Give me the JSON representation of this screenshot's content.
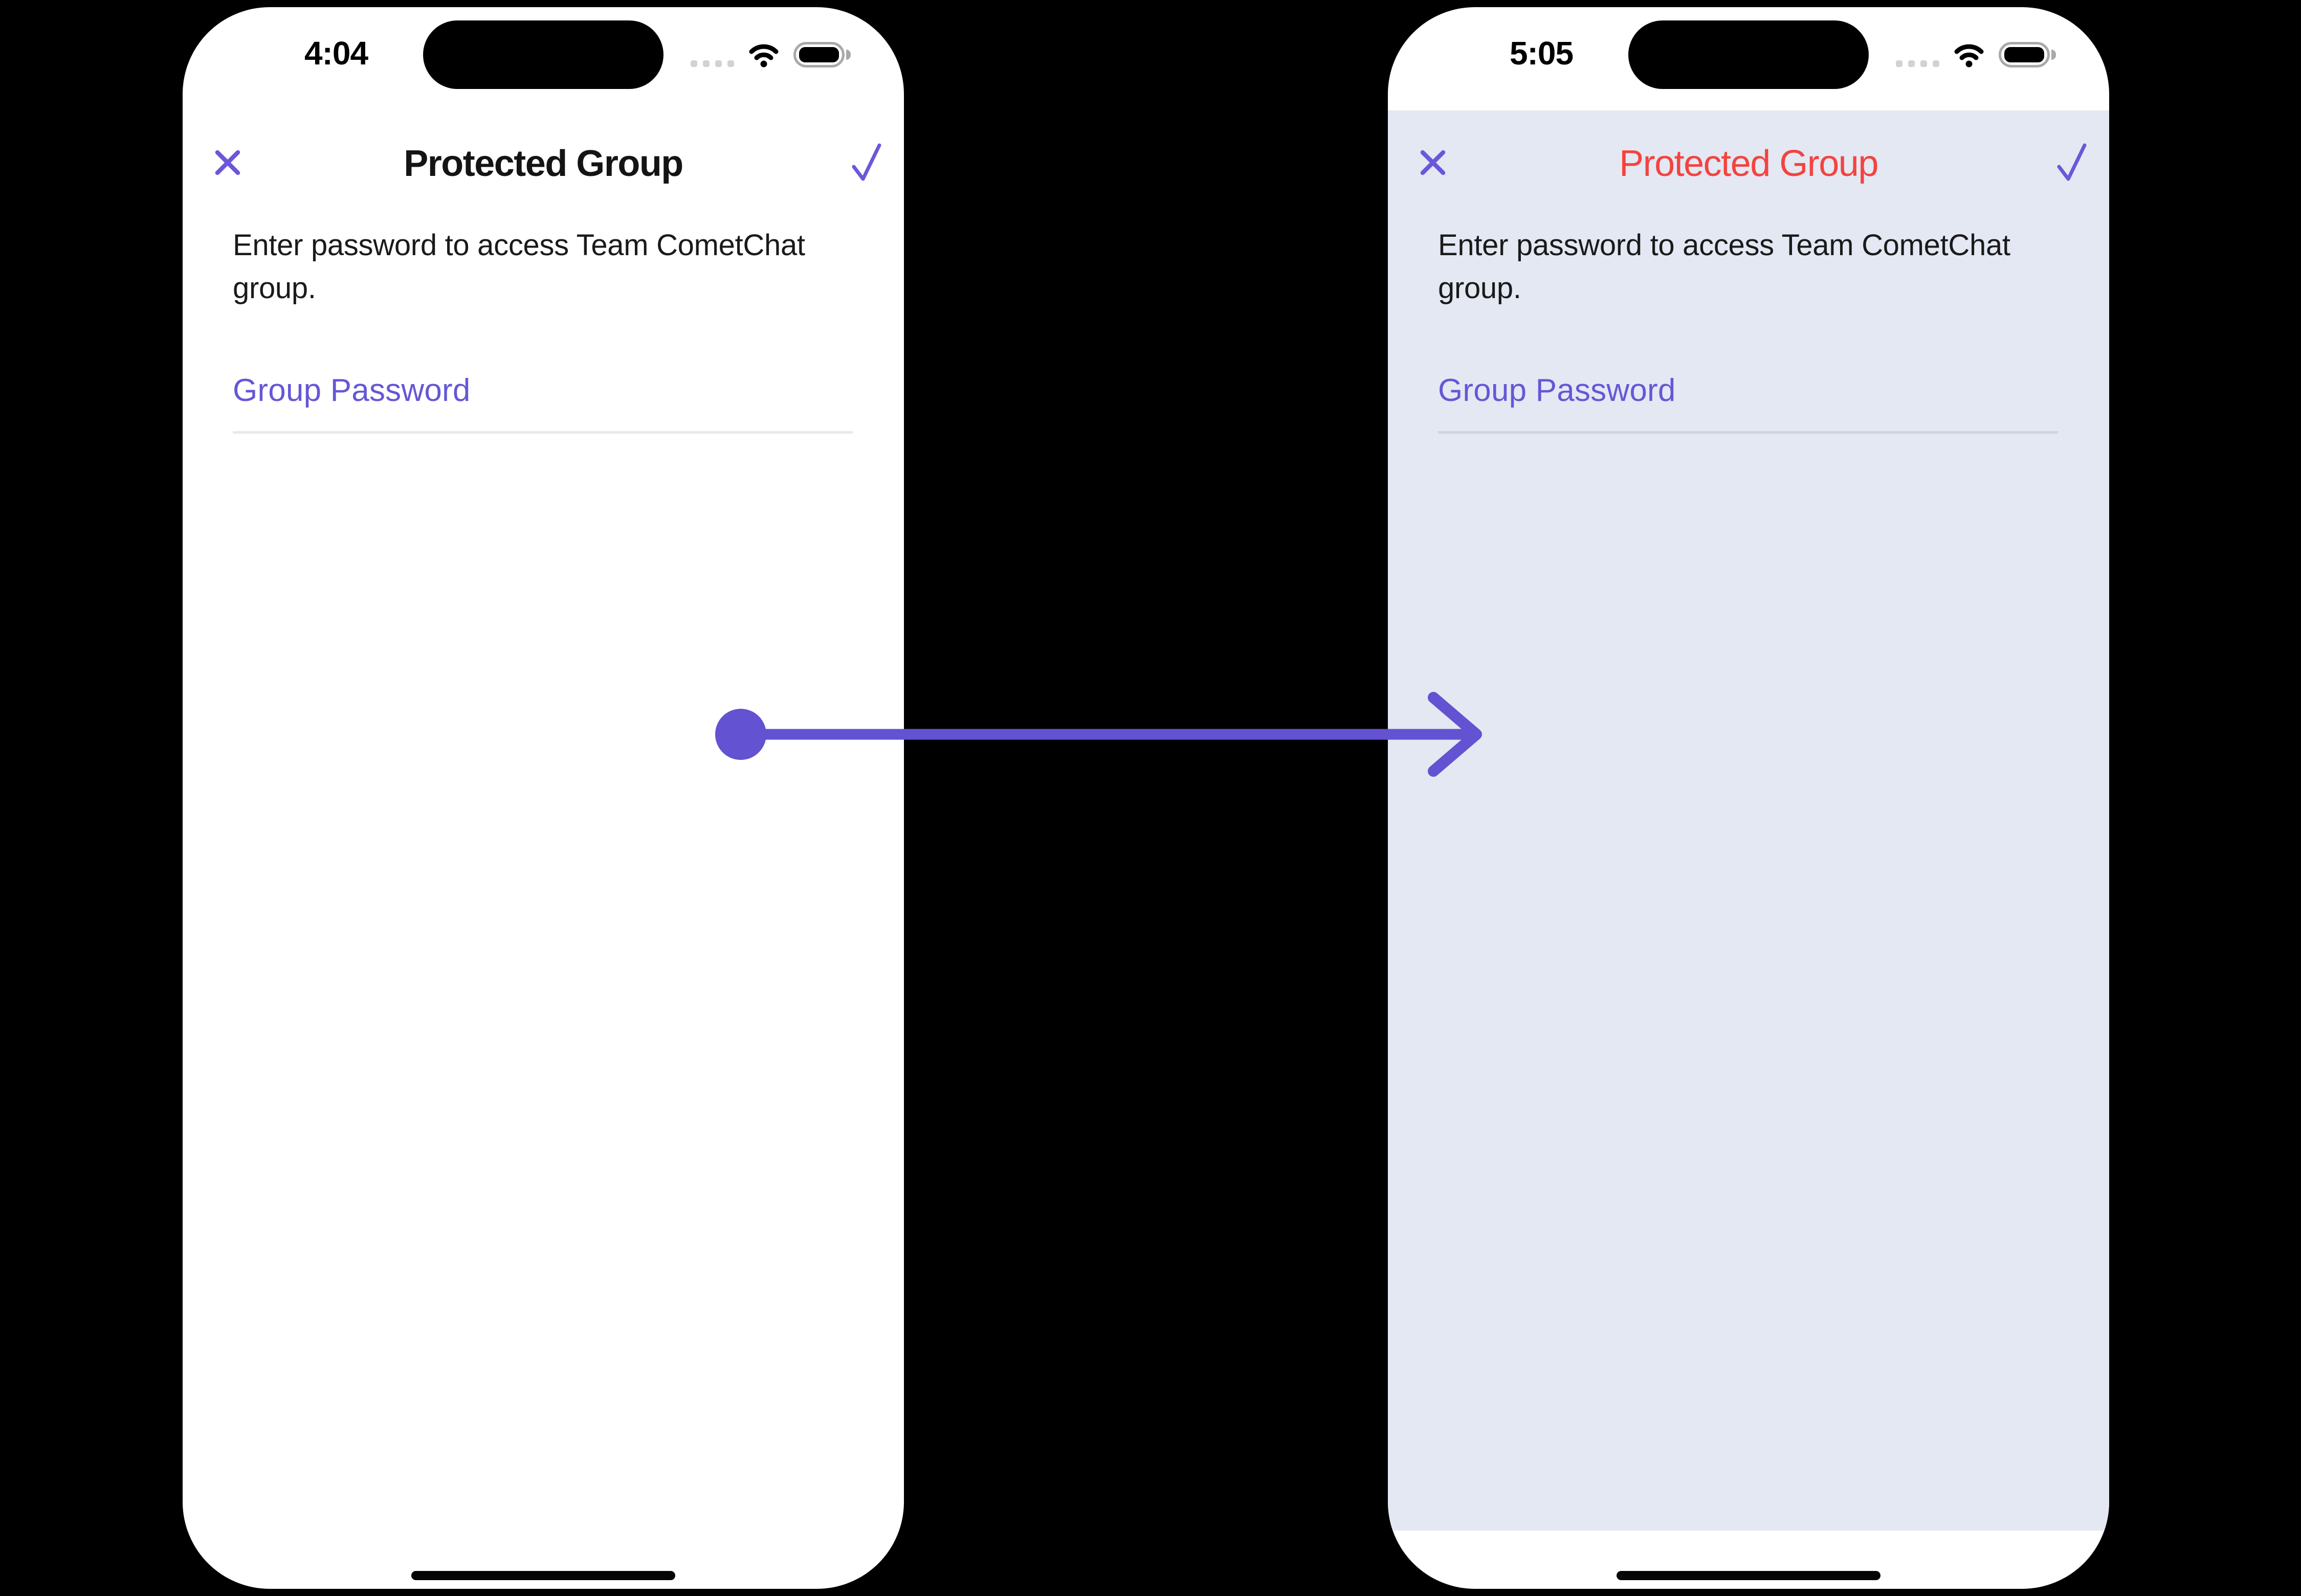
{
  "canvas": {
    "background": "#000000"
  },
  "colors": {
    "primary_purple": "#6557D6",
    "icon_purple": "#6B57D9",
    "arrow_purple": "#6352D1",
    "title_default": "#141414",
    "title_themed_red": "#F4433F",
    "themed_surface": "#E3E8F3",
    "body_text": "#1A1A1A"
  },
  "arrow": {
    "meaning": "before-to-after",
    "direction": "left-to-right"
  },
  "phones": [
    {
      "variant": "default-theme",
      "status_bar": {
        "time": "4:04",
        "cellular_icon": "cellular-dots",
        "wifi_icon": "wifi",
        "battery_icon": "battery-full"
      },
      "nav_bar": {
        "close_icon": "close-x",
        "title": "Protected Group",
        "confirm_icon": "checkmark"
      },
      "content": {
        "description": "Enter password to access Team CometChat group.",
        "password_label": "Group Password",
        "password_value": ""
      }
    },
    {
      "variant": "custom-theme",
      "status_bar": {
        "time": "5:05",
        "cellular_icon": "cellular-dots",
        "wifi_icon": "wifi",
        "battery_icon": "battery-full"
      },
      "nav_bar": {
        "close_icon": "close-x",
        "title": "Protected Group",
        "confirm_icon": "checkmark"
      },
      "content": {
        "description": "Enter password to access Team CometChat group.",
        "password_label": "Group Password",
        "password_value": ""
      }
    }
  ]
}
